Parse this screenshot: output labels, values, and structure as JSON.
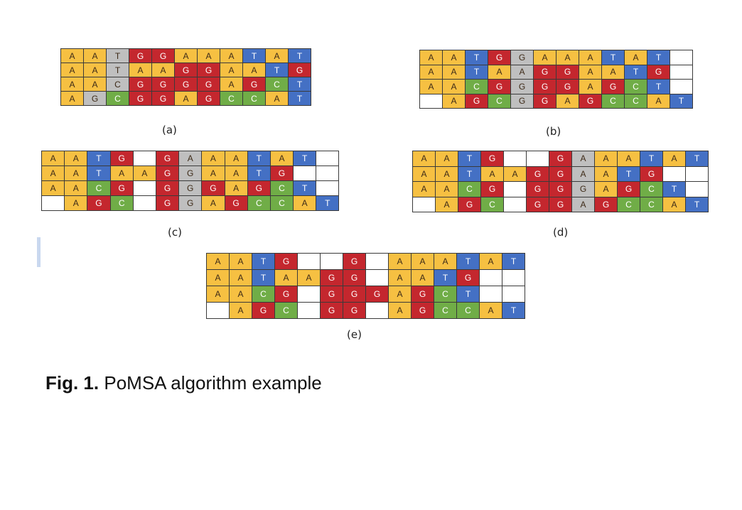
{
  "colors": {
    "A": "#f6c042",
    "T": "#4470c4",
    "G": "#c4272e",
    "C": "#70ad47",
    "gray": "#bfbfbf",
    "empty": "#ffffff"
  },
  "caption": {
    "prefix": "Fig. 1.",
    "text": "PoMSA algorithm example"
  },
  "panels": [
    {
      "label": "(a)",
      "rows": [
        "AATGGAAATAT",
        "AATAAGGAATG",
        "AACGGGGAGCT",
        "AGCGGAGCCAT"
      ],
      "gray": [
        [
          0,
          2
        ],
        [
          1,
          2
        ],
        [
          2,
          2
        ],
        [
          3,
          1
        ]
      ]
    },
    {
      "label": "(b)",
      "rows": [
        "AATGGAAATAT ",
        "AATAAGGAATG ",
        "AACGGGGAGCT ",
        " AGCGGAGCCAT"
      ],
      "gray": [
        [
          0,
          4
        ],
        [
          1,
          4
        ],
        [
          2,
          4
        ],
        [
          3,
          4
        ]
      ]
    },
    {
      "label": "(c)",
      "rows": [
        "AATG GAAATAT ",
        "AATAAGGAATG  ",
        "AACG GGGAGCT ",
        " AGC GGAGCCAT"
      ],
      "gray": [
        [
          0,
          6
        ],
        [
          1,
          6
        ],
        [
          2,
          6
        ],
        [
          3,
          6
        ]
      ]
    },
    {
      "label": "(d)",
      "rows": [
        "AATG  GAAATAT",
        "AATAAGGAATG  ",
        "AACG GGGAGCT ",
        " AGC GGAGCCAT"
      ],
      "gray": [
        [
          0,
          7
        ],
        [
          1,
          7
        ],
        [
          2,
          7
        ],
        [
          3,
          7
        ]
      ]
    },
    {
      "label": "(e)",
      "rows": [
        "AATG  G AAATAT",
        "AATAAGG AATG  ",
        "AACG GGGAGCT  ",
        " AGC GG AGCCAT"
      ],
      "gray": []
    }
  ]
}
